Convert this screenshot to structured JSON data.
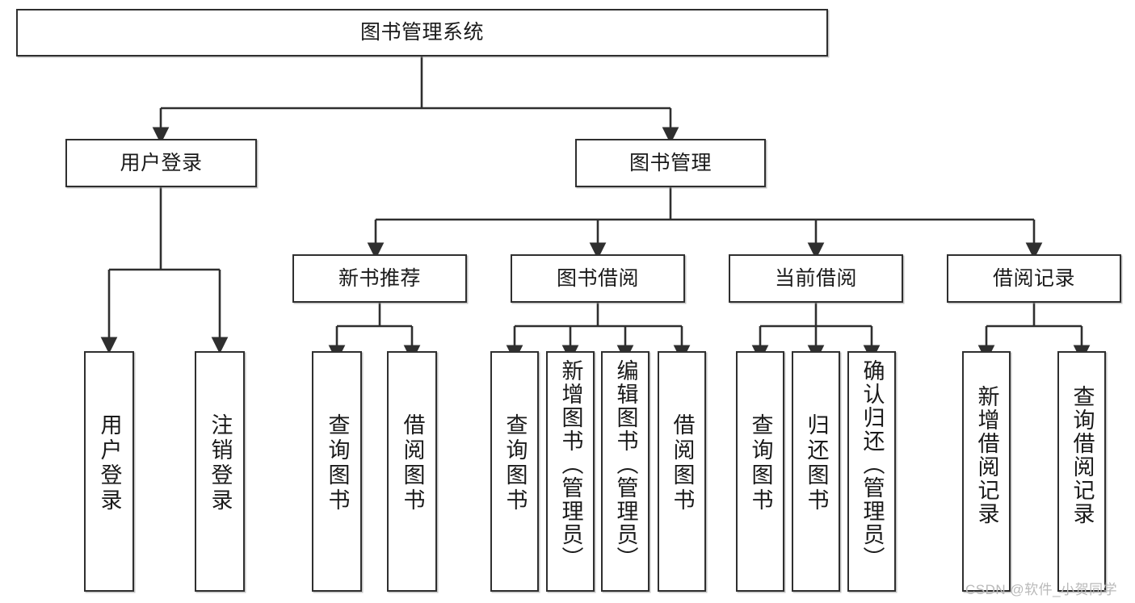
{
  "diagram": {
    "title": "图书管理系统",
    "type": "tree",
    "background": "#ffffff",
    "line_color": "#2f2f2f",
    "box_fill": "#ffffff",
    "text_color": "#1a1a1a"
  },
  "nodes": {
    "root": {
      "label": "图书管理系统"
    },
    "level2": [
      {
        "label": "用户登录"
      },
      {
        "label": "图书管理"
      }
    ],
    "level3": [
      {
        "label": "新书推荐"
      },
      {
        "label": "图书借阅"
      },
      {
        "label": "当前借阅"
      },
      {
        "label": "借阅记录"
      }
    ],
    "leaves": {
      "user_login": [
        {
          "label": "用户登录"
        },
        {
          "label": "注销登录"
        }
      ],
      "new_book_recommend": [
        {
          "label": "查询图书"
        },
        {
          "label": "借阅图书"
        }
      ],
      "book_borrow": [
        {
          "label": "查询图书"
        },
        {
          "label": "新增图书（管理员）"
        },
        {
          "label": "编辑图书（管理员）"
        },
        {
          "label": "借阅图书"
        }
      ],
      "current_borrow": [
        {
          "label": "查询图书"
        },
        {
          "label": "归还图书"
        },
        {
          "label": "确认归还（管理员）"
        }
      ],
      "borrow_record": [
        {
          "label": "新增借阅记录"
        },
        {
          "label": "查询借阅记录"
        }
      ]
    }
  },
  "watermark": {
    "text": "CSDN @软件_小贺同学"
  }
}
